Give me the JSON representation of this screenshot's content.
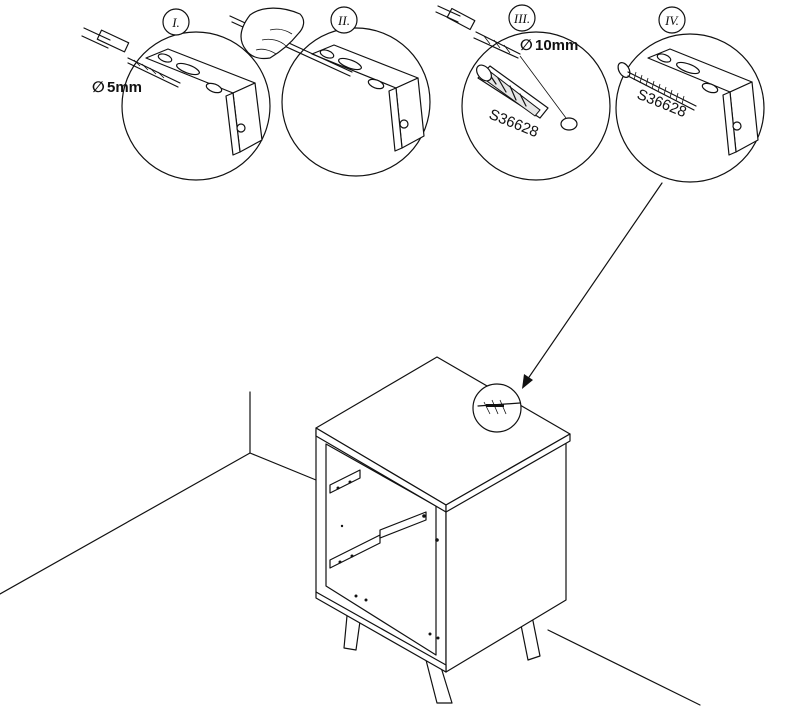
{
  "steps": [
    {
      "label": "I."
    },
    {
      "label": "II."
    },
    {
      "label": "III."
    },
    {
      "label": "IV."
    }
  ],
  "annotations": {
    "drill_small": "5mm",
    "drill_large": "10mm",
    "diameter_symbol": "∅",
    "plug_code": "S36628",
    "screw_code": "S36628"
  },
  "colors": {
    "line": "#111111",
    "background": "#ffffff"
  },
  "icons": [
    "drill-bit-icon",
    "hand-icon",
    "pencil-icon",
    "wall-plug-icon",
    "screw-icon",
    "bracket-icon",
    "arrow-icon"
  ]
}
